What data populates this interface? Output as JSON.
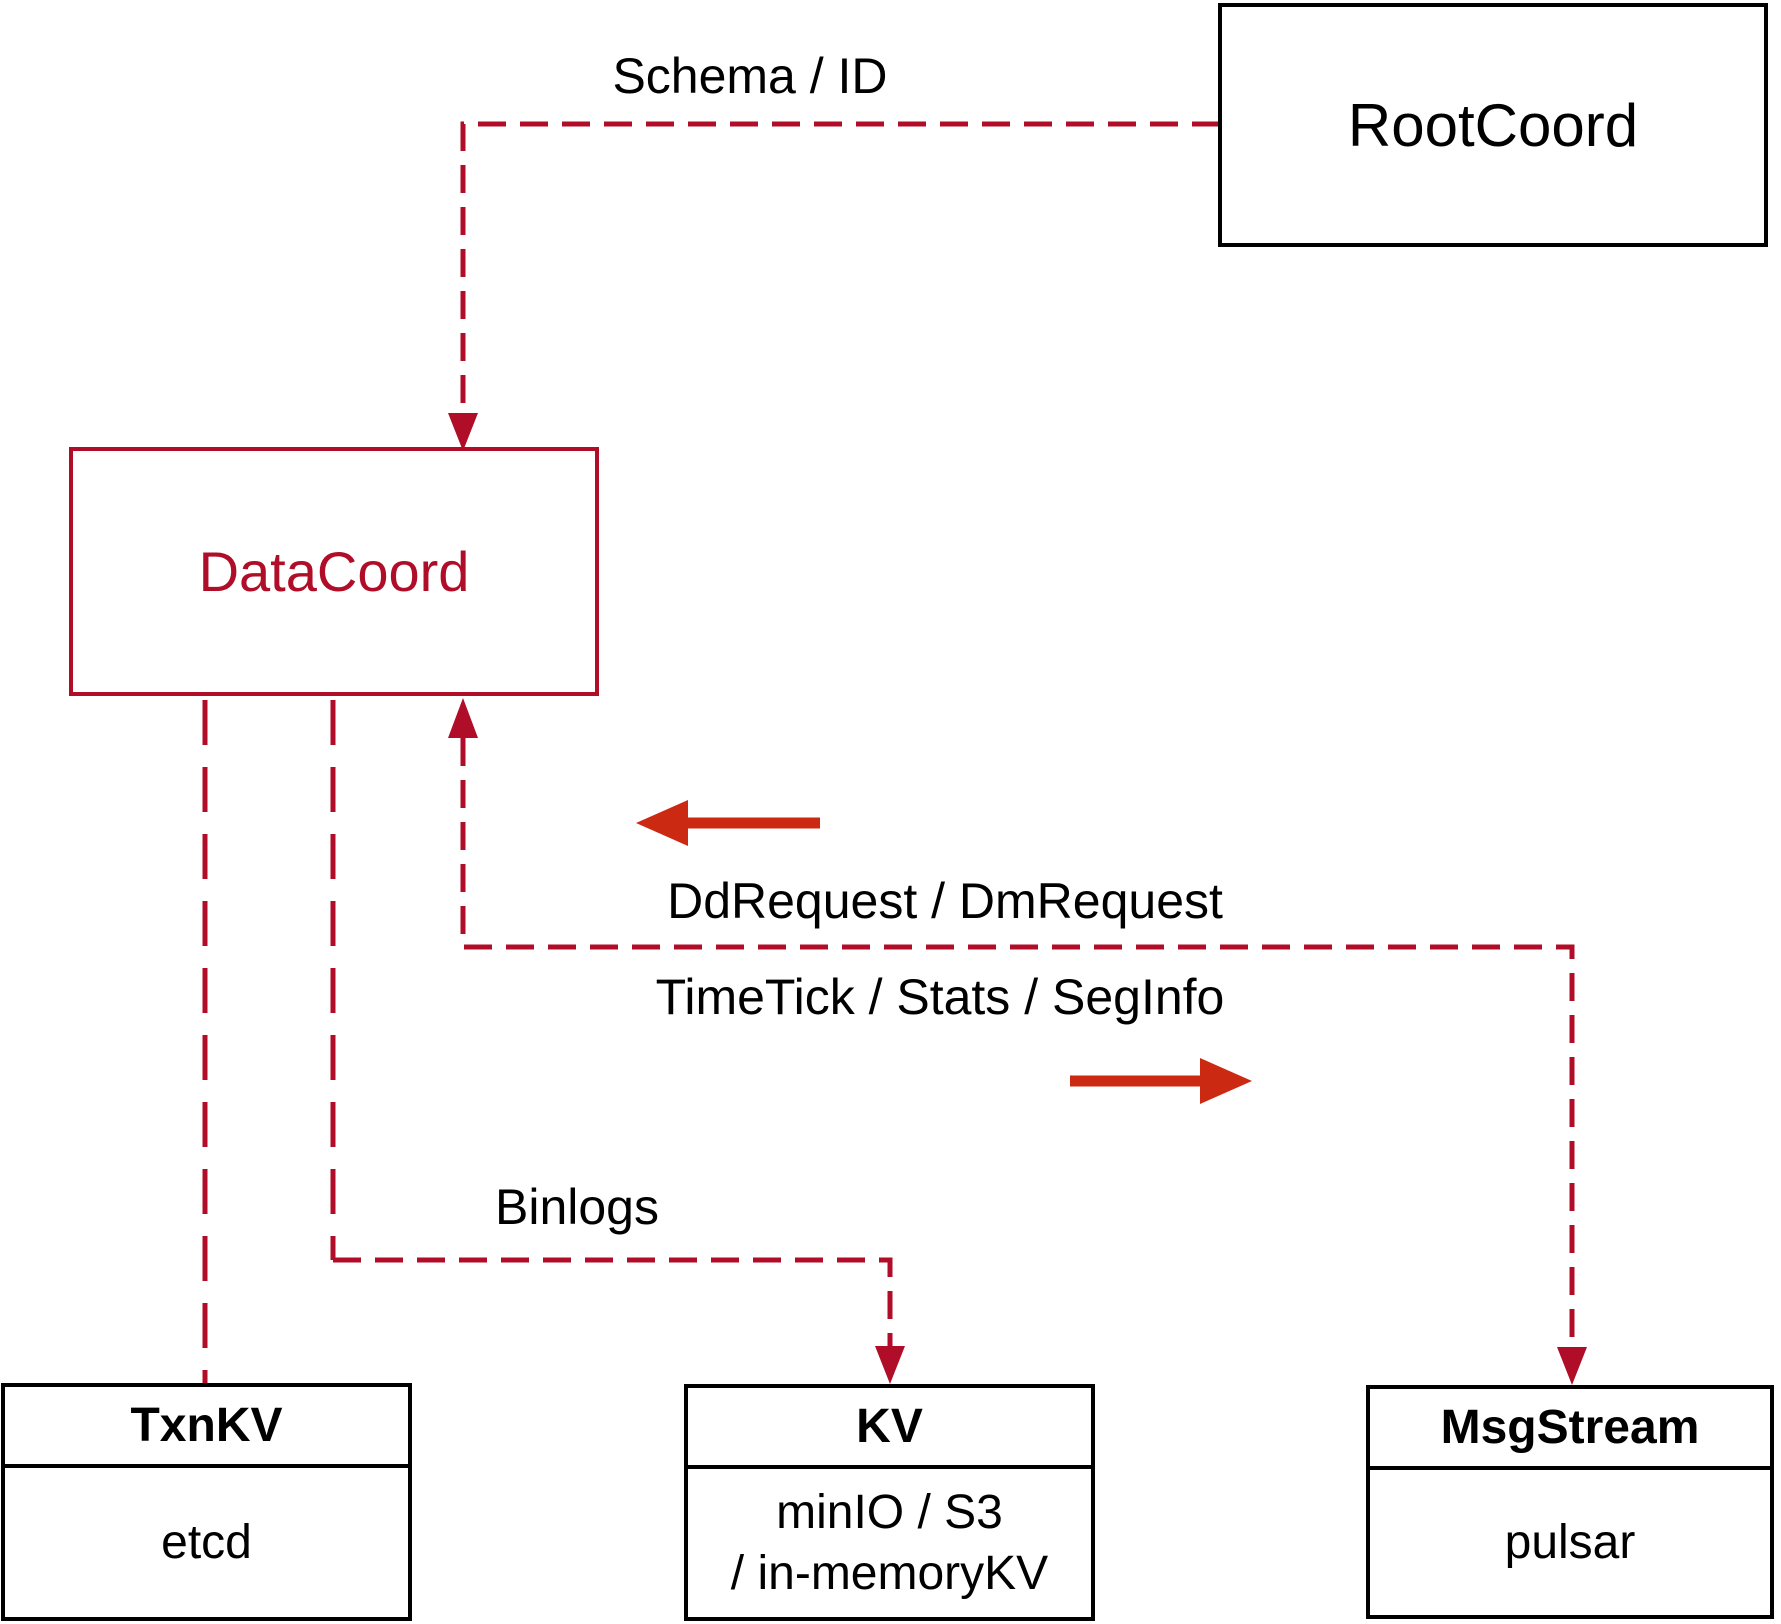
{
  "colors": {
    "crimson": "#b00d28",
    "arrow_red": "#cc2913",
    "box_border_black": "#000000",
    "background": "#ffffff"
  },
  "boxes": {
    "rootcoord": {
      "label": "RootCoord"
    },
    "datacoord": {
      "label": "DataCoord"
    },
    "txnkv": {
      "header": "TxnKV",
      "body": "etcd"
    },
    "kv": {
      "header": "KV",
      "body_line1": "minIO / S3",
      "body_line2": "/ in-memoryKV"
    },
    "msgstream": {
      "header": "MsgStream",
      "body": "pulsar"
    }
  },
  "edges": [
    {
      "id": "schema-id",
      "from": "RootCoord",
      "to": "DataCoord",
      "label": "Schema / ID",
      "style": "dashed-arrow"
    },
    {
      "id": "datacoord-txnkv",
      "from": "DataCoord",
      "to": "TxnKV",
      "label": "",
      "style": "dashed"
    },
    {
      "id": "binlogs",
      "from": "DataCoord",
      "to": "KV",
      "label": "Binlogs",
      "style": "dashed-arrow"
    },
    {
      "id": "ddrequest-dmrequest",
      "from": "MsgStream",
      "to": "DataCoord",
      "label": "DdRequest / DmRequest",
      "style": "dashed-arrow"
    },
    {
      "id": "timetick-stats-seginfo",
      "from": "DataCoord",
      "to": "MsgStream",
      "label": "TimeTick / Stats / SegInfo",
      "style": "dashed-arrow"
    }
  ]
}
